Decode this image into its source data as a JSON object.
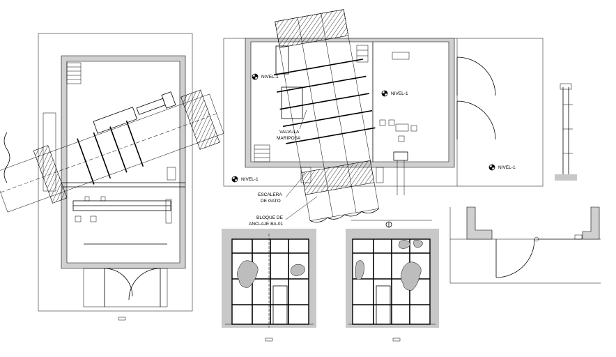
{
  "labels": {
    "nivel_top_left": "NIVEL-1",
    "nivel_top_center": "NIVEL-1",
    "nivel_bottom_left": "NIVEL-1",
    "nivel_bottom_right": "NIVEL-1",
    "valve_line1": "VALVULA",
    "valve_line2": "MARIPOSA",
    "ladder_line1": "ESCALERA",
    "ladder_line2": "DE GATO",
    "anchor_line1": "BLOQUE DE",
    "anchor_line2": "ANCLAJE BA-01"
  },
  "icons": {
    "level_marker": "level-marker-icon",
    "section_mark": "section-mark-icon"
  },
  "colors": {
    "line": "#000000",
    "wall_fill": "#d0d0d0",
    "panel_grey": "#c8c8c8"
  }
}
